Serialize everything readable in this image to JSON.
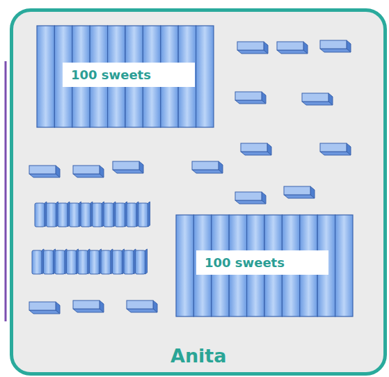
{
  "diagram": {
    "nodes": [
      {
        "text": [
          "Anita"
        ]
      },
      {
        "text": [
          "100 sweets"
        ],
        "in": 0
      },
      {
        "text": [
          "100 sweets"
        ],
        "in": 0
      }
    ]
  }
}
